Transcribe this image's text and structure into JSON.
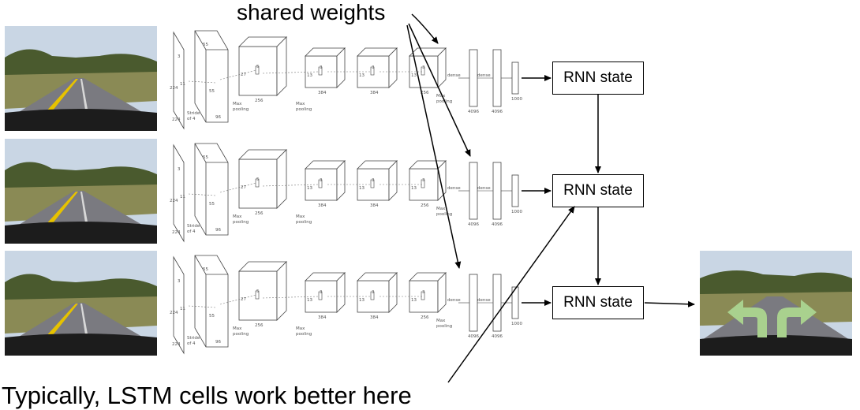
{
  "callouts": {
    "shared_weights": "shared weights",
    "lstm_note": "Typically, LSTM cells work better here"
  },
  "rnn_boxes": [
    "RNN state",
    "RNN state",
    "RNN state"
  ],
  "cnn": {
    "input_dims": [
      "224",
      "224",
      "3"
    ],
    "kernel": [
      "11",
      "11"
    ],
    "stride": "Stride of 4",
    "conv_sizes": [
      "55",
      "27",
      "13",
      "13",
      "13"
    ],
    "channels": [
      "96",
      "256",
      "384",
      "384",
      "256"
    ],
    "kernels_inner": [
      "5",
      "3",
      "3",
      "3"
    ],
    "pool_label": "Max pooling",
    "dense_label": "dense",
    "dense_sizes": [
      "4096",
      "4096",
      "1000"
    ]
  },
  "colors": {
    "sky": "#c9d6e4",
    "trees": "#4a5a2e",
    "road": "#7a7a80",
    "centerline": "#e6c200",
    "dashboard": "#1c1c1c",
    "turn_arrow": "#a9d18e"
  }
}
